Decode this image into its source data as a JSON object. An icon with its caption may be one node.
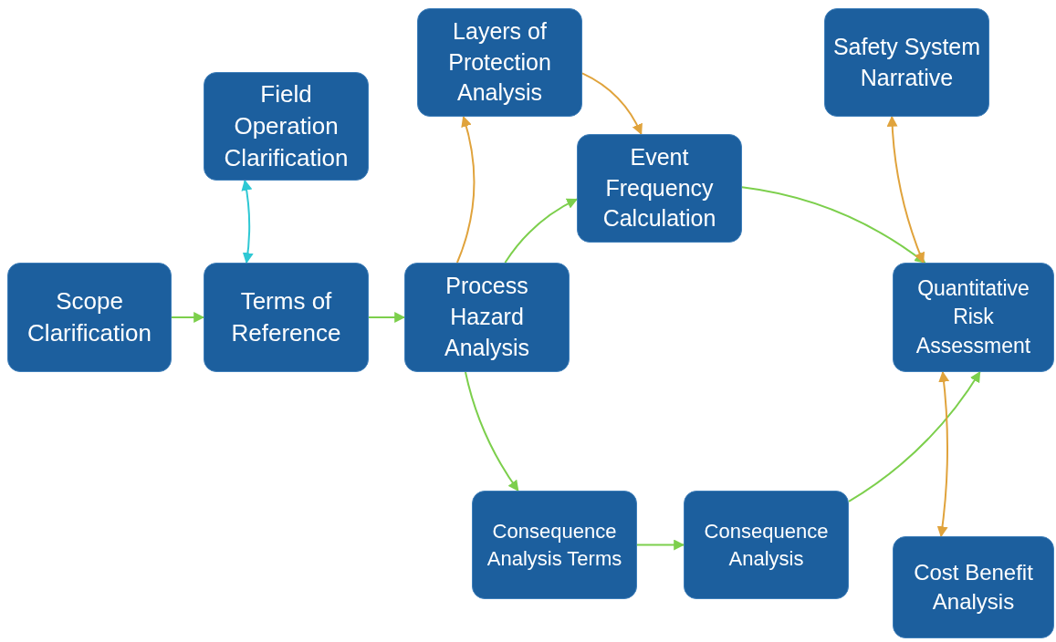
{
  "diagram": {
    "nodes": [
      {
        "text": [
          "Scope Clarification"
        ]
      },
      {
        "text": [
          "Field Operation Clarification"
        ]
      },
      {
        "text": [
          "Terms of Reference"
        ]
      },
      {
        "text": [
          "Process Hazard Analysis"
        ]
      },
      {
        "text": [
          "Layers of Protection Analysis"
        ]
      },
      {
        "text": [
          "Event Frequency Calculation"
        ]
      },
      {
        "text": [
          "Safety System Narrative"
        ]
      },
      {
        "text": [
          "Quantitative Risk Assessment"
        ]
      },
      {
        "text": [
          "Consequence Analysis Terms"
        ]
      },
      {
        "text": [
          "Consequence Analysis"
        ]
      },
      {
        "text": [
          "Cost Benefit Analysis"
        ]
      }
    ],
    "edges": [
      {
        "from": 0,
        "to": 2,
        "arrow": "to"
      },
      {
        "from": 2,
        "to": 1,
        "arrow": "both",
        "color": "#2ec8d4"
      },
      {
        "from": 2,
        "to": 3,
        "arrow": "to"
      },
      {
        "from": 3,
        "to": 4,
        "arrow": "to",
        "color": "#e0a33c"
      },
      {
        "from": 4,
        "to": 5,
        "arrow": "to",
        "color": "#e0a33c"
      },
      {
        "from": 3,
        "to": 5,
        "arrow": "to"
      },
      {
        "from": 5,
        "to": 7,
        "arrow": "to"
      },
      {
        "from": 7,
        "to": 6,
        "arrow": "both",
        "color": "#e0a33c"
      },
      {
        "from": 3,
        "to": 8,
        "arrow": "to"
      },
      {
        "from": 8,
        "to": 9,
        "arrow": "to"
      },
      {
        "from": 9,
        "to": 7,
        "arrow": "to"
      },
      {
        "from": 7,
        "to": 10,
        "arrow": "both",
        "color": "#e0a33c"
      }
    ]
  }
}
